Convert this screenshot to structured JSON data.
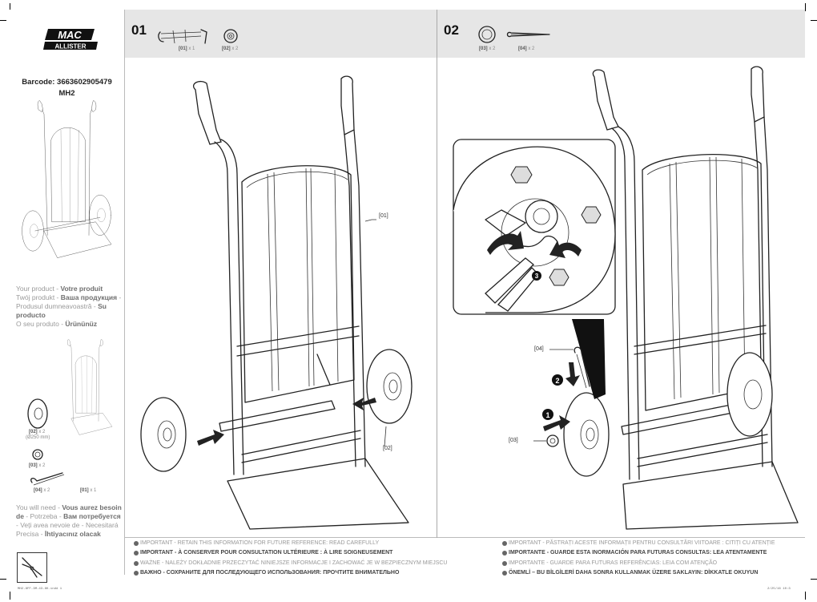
{
  "sidebar": {
    "logo_line1": "MAC",
    "logo_line2": "ALLISTER",
    "barcode": "Barcode: 3663602905479",
    "model": "MH2",
    "your_product": [
      "Your product - ",
      "Votre produit",
      "Twój produkt - ",
      "Ваша продукция",
      " - Produsul dumneavoastră - ",
      "Su producto",
      "O seu produto - ",
      "Ürününüz"
    ],
    "you_will_need": [
      "You will need - ",
      "Vous aurez besoin de",
      " - Potrzeba - ",
      "Вам потребуется",
      " - Veți avea nevoie de - Necesitará Precisa - ",
      "İhtiyacınız olacak"
    ],
    "parts": {
      "p02_code": "[02]",
      "p02_qty": " x 2",
      "p02_size": "(Ø250 mm)",
      "p03_code": "[03]",
      "p03_qty": " x 2",
      "p04_code": "[04]",
      "p04_qty": " x 2",
      "p01_code": "[01]",
      "p01_qty": " x 1"
    }
  },
  "step1": {
    "number": "01",
    "parts": [
      {
        "code": "[01]",
        "qty": " x 1"
      },
      {
        "code": "[02]",
        "qty": " x 2"
      }
    ],
    "callouts": {
      "c01": "[01]",
      "c02": "[02]"
    }
  },
  "step2": {
    "number": "02",
    "parts": [
      {
        "code": "[03]",
        "qty": " x 2"
      },
      {
        "code": "[04]",
        "qty": " x 2"
      }
    ],
    "callouts": {
      "c04": "[04]",
      "c03": "[03]"
    },
    "markers": [
      "1",
      "2",
      "3"
    ]
  },
  "warnings_left": [
    {
      "text": "IMPORTANT - RETAIN THIS INFORMATION FOR FUTURE REFERENCE: READ CAREFULLY",
      "bold": false
    },
    {
      "text": "IMPORTANT - À CONSERVER POUR CONSULTATION ULTÉRIEURE : À LIRE SOIGNEUSEMENT",
      "bold": true
    },
    {
      "text": "WAŻNE - NALEŻY DOKŁADNIE PRZECZYTAĆ NINIEJSZE INFORMACJE I ZACHOWAĆ JE W BEZPIECZNYM MIEJSCU",
      "bold": false
    },
    {
      "text": "ВАЖНО - СОХРАНИТЕ ДЛЯ ПОСЛЕДУЮЩЕГО ИСПОЛЬЗОВАНИЯ: ПРОЧТИТЕ ВНИМАТЕЛЬНО",
      "bold": true
    }
  ],
  "warnings_right": [
    {
      "text": "IMPORTANT - PĂSTRAȚI ACESTE INFORMAȚII PENTRU CONSULTĂRI VIITOARE : CITIȚI CU ATENȚIE",
      "bold": false
    },
    {
      "text": "IMPORTANTE - GUARDE ESTA INORMACIÓN PARA FUTURAS CONSULTAS: LEA ATENTAMENTE",
      "bold": true
    },
    {
      "text": "IMPORTANTE - GUARDE PARA FUTURAS REFERÊNCIAS: LEIA COM ATENÇÃO",
      "bold": false
    },
    {
      "text": "ÖNEMLİ – BU BİLGİLERİ DAHA SONRA KULLANMAK ÜZERE SAKLAYIN: DİKKATLE OKUYUN",
      "bold": true
    }
  ],
  "footer": {
    "file": "MH2-8FF-3M-43-8K.indd 1",
    "date": "2/25/16 10:3"
  },
  "icons": [
    "pliers-icon",
    "warning-dot-icon",
    "arrow-icon"
  ]
}
